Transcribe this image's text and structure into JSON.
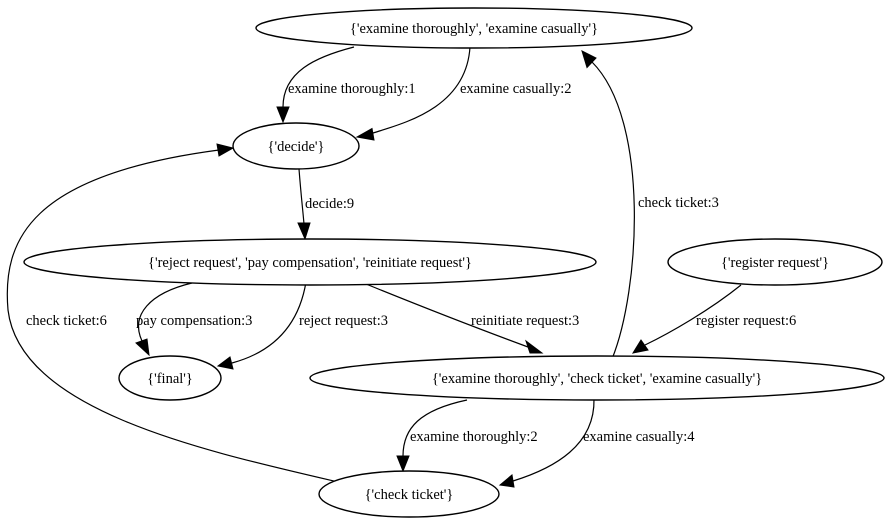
{
  "graph": {
    "nodes": {
      "n_examine_pair": "{'examine thoroughly', 'examine casually'}",
      "n_decide": "{'decide'}",
      "n_reject_pay_reinit": "{'reject request', 'pay compensation', 'reinitiate request'}",
      "n_register": "{'register request'}",
      "n_final": "{'final'}",
      "n_examine_check_triple": "{'examine thoroughly', 'check ticket', 'examine casually'}",
      "n_check_ticket": "{'check ticket'}"
    },
    "edges": {
      "e_examine_thoroughly_1": "examine thoroughly:1",
      "e_examine_casually_2": "examine casually:2",
      "e_decide_9": "decide:9",
      "e_check_ticket_3": "check ticket:3",
      "e_check_ticket_6": "check ticket:6",
      "e_pay_compensation_3": "pay compensation:3",
      "e_reject_request_3": "reject request:3",
      "e_reinitiate_request_3": "reinitiate request:3",
      "e_register_request_6": "register request:6",
      "e_examine_thoroughly_2": "examine thoroughly:2",
      "e_examine_casually_4": "examine casually:4"
    }
  }
}
